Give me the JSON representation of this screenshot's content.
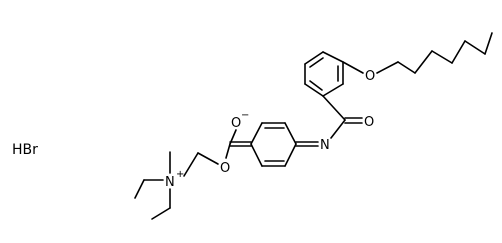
{
  "salt_label": "HBr",
  "atoms": {
    "oxygen_ether_right": "O",
    "oxygen_carbonyl": "O",
    "oxygen_olate": "O",
    "olate_charge": "−",
    "oxygen_ester": "O",
    "nitrogen_imine": "N",
    "nitrogen_ammonium": "N",
    "ammonium_charge": "+"
  }
}
